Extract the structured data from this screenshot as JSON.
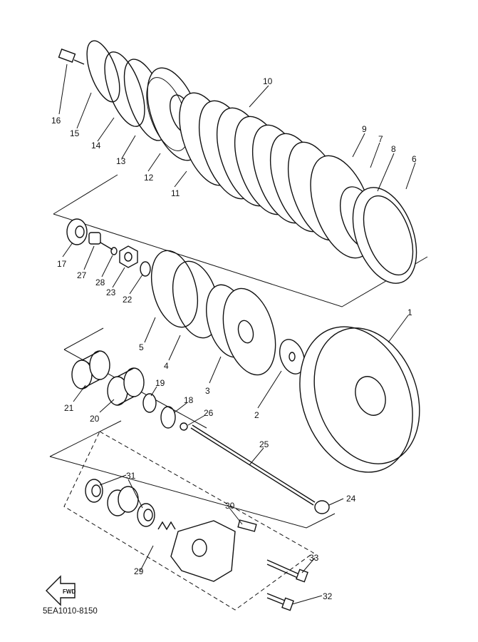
{
  "diagram": {
    "code": "5EA1010-8150",
    "fwd_label": "FWD",
    "callouts": {
      "c1": "1",
      "c2": "2",
      "c3": "3",
      "c4": "4",
      "c5": "5",
      "c6": "6",
      "c7": "7",
      "c8": "8",
      "c9": "9",
      "c10": "10",
      "c11": "11",
      "c12": "12",
      "c13": "13",
      "c14": "14",
      "c15": "15",
      "c16": "16",
      "c17": "17",
      "c18": "18",
      "c19": "19",
      "c20": "20",
      "c21": "21",
      "c22": "22",
      "c23": "23",
      "c24": "24",
      "c25": "25",
      "c26": "26",
      "c27": "27",
      "c28": "28",
      "c29": "29",
      "c30": "30",
      "c31": "31",
      "c32": "32",
      "c33": "33"
    }
  }
}
